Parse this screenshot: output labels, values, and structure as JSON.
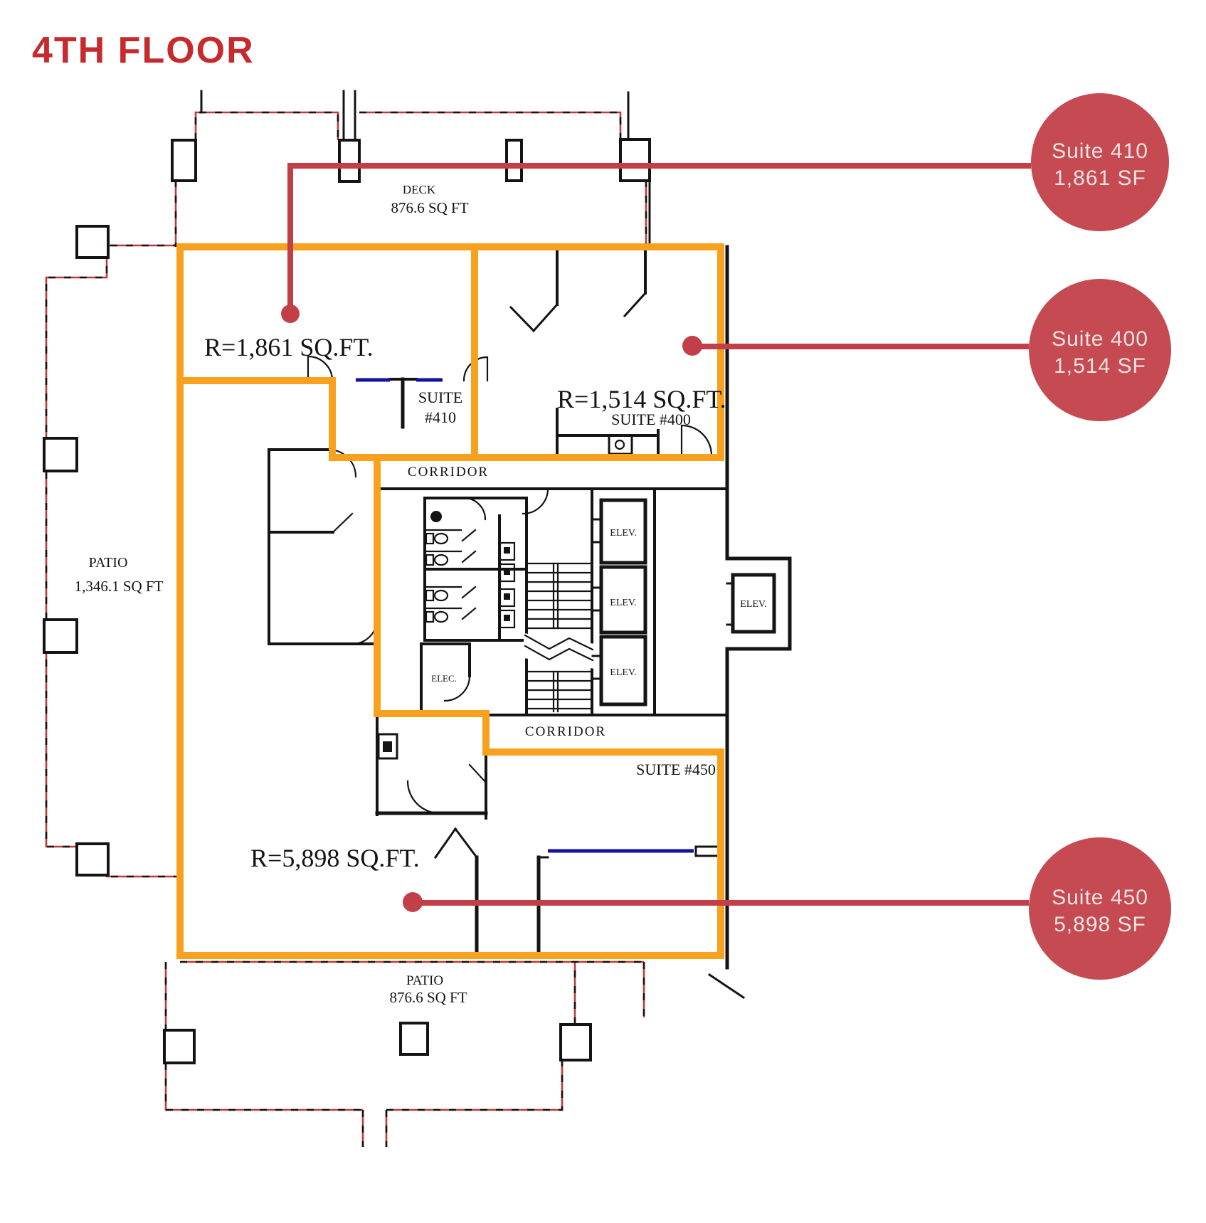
{
  "title": "4TH FLOOR",
  "colors": {
    "title_red": "#c62a2c",
    "badge_red": "#c64a51",
    "badge_text": "#f2e4e4",
    "leader_red": "#c23f48",
    "suite_outline_orange": "#f7a11f",
    "exterior_wall_red": "#c03a35",
    "wall_black": "#141414",
    "door_header_blue": "#12129e"
  },
  "badges": [
    {
      "suite": "Suite 410",
      "area": "1,861 SF"
    },
    {
      "suite": "Suite 400",
      "area": "1,514 SF"
    },
    {
      "suite": "Suite 450",
      "area": "5,898 SF"
    }
  ],
  "plan": {
    "deck": {
      "name": "DECK",
      "area": "876.6 SQ FT"
    },
    "patio_left": {
      "name": "PATIO",
      "area": "1,346.1 SQ FT"
    },
    "patio_bottom": {
      "name": "PATIO",
      "area": "876.6 SQ FT"
    },
    "suite410": {
      "area_label": "R=1,861 SQ.FT.",
      "name_line1": "SUITE",
      "name_line2": "#410"
    },
    "suite400": {
      "area_label": "R=1,514 SQ.FT.",
      "name": "SUITE #400"
    },
    "suite450": {
      "area_label": "R=5,898 SQ.FT.",
      "name": "SUITE #450"
    },
    "corridor_upper": "CORRIDOR",
    "corridor_lower": "CORRIDOR",
    "elevators": [
      "ELEV.",
      "ELEV.",
      "ELEV.",
      "ELEV."
    ],
    "electrical": "ELEC."
  }
}
